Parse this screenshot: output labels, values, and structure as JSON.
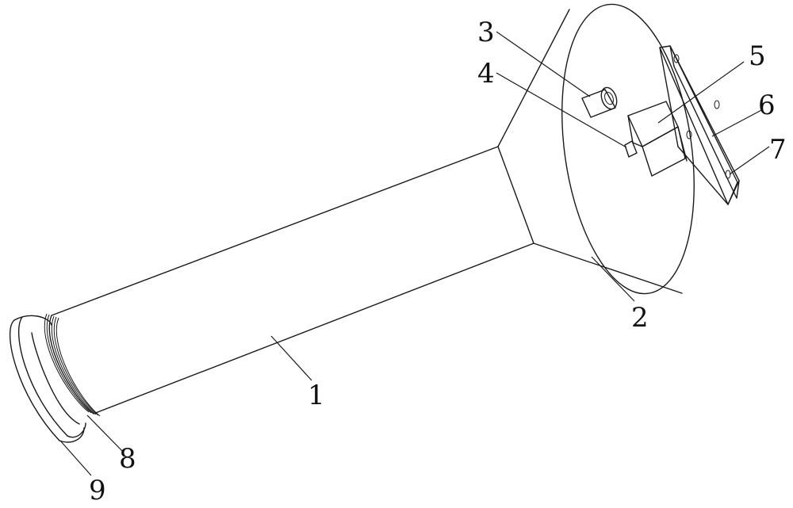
{
  "callouts": {
    "pipe": "1",
    "cone": "2",
    "nozzle": "3",
    "pin": "4",
    "bracket": "5",
    "plate": "6",
    "hole": "7",
    "thread": "8",
    "flange": "9"
  }
}
